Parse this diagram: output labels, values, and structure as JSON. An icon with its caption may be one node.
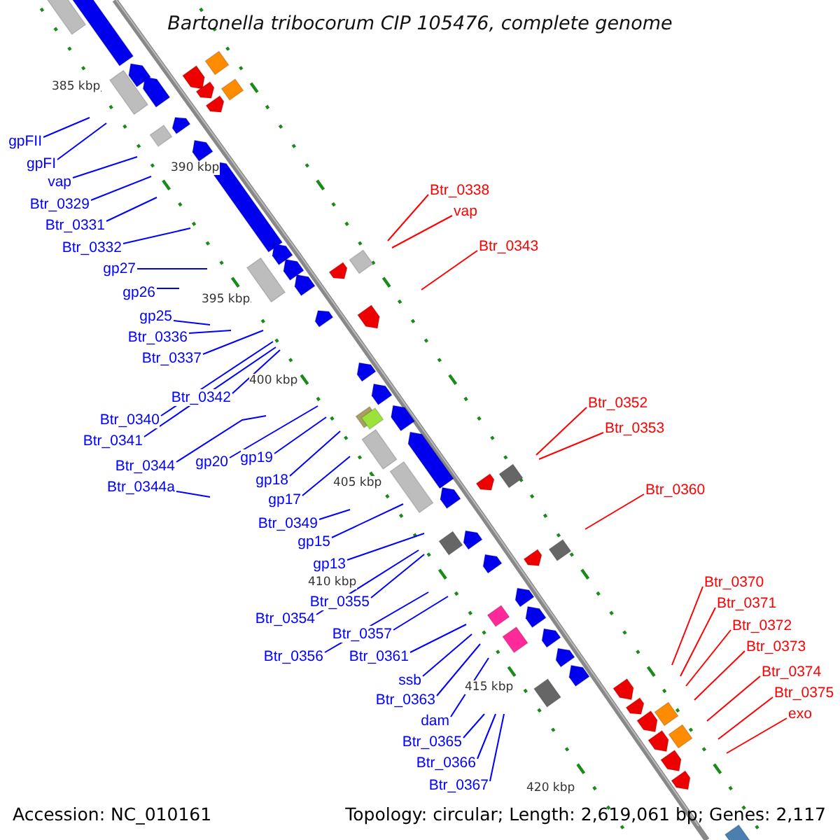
{
  "diagram": {
    "title": "Bartonella tribocorum CIP 105476, complete genome",
    "nodes": [
      {
        "text": [
          "gpFII"
        ]
      },
      {
        "text": [
          "gpFI"
        ]
      },
      {
        "text": [
          "vap"
        ]
      },
      {
        "text": [
          "Btr_0329"
        ]
      },
      {
        "text": [
          "Btr_0331"
        ]
      },
      {
        "text": [
          "Btr_0332"
        ]
      },
      {
        "text": [
          "gp27"
        ]
      },
      {
        "text": [
          "gp26"
        ]
      },
      {
        "text": [
          "gp25"
        ]
      },
      {
        "text": [
          "Btr_0336"
        ]
      },
      {
        "text": [
          "Btr_0337"
        ]
      },
      {
        "text": [
          "Btr_0342"
        ]
      },
      {
        "text": [
          "Btr_0340"
        ]
      },
      {
        "text": [
          "Btr_0341"
        ]
      },
      {
        "text": [
          "Btr_0344"
        ]
      },
      {
        "text": [
          "Btr_0344a"
        ]
      },
      {
        "text": [
          "gp20"
        ]
      },
      {
        "text": [
          "gp19"
        ]
      },
      {
        "text": [
          "gp18"
        ]
      },
      {
        "text": [
          "gp17"
        ]
      },
      {
        "text": [
          "Btr_0349"
        ]
      },
      {
        "text": [
          "gp15"
        ]
      },
      {
        "text": [
          "gp13"
        ]
      },
      {
        "text": [
          "Btr_0355"
        ]
      },
      {
        "text": [
          "Btr_0354"
        ]
      },
      {
        "text": [
          "Btr_0357"
        ]
      },
      {
        "text": [
          "Btr_0356"
        ]
      },
      {
        "text": [
          "Btr_0361"
        ]
      },
      {
        "text": [
          "ssb"
        ]
      },
      {
        "text": [
          "Btr_0363"
        ]
      },
      {
        "text": [
          "dam"
        ]
      },
      {
        "text": [
          "Btr_0365"
        ]
      },
      {
        "text": [
          "Btr_0366"
        ]
      },
      {
        "text": [
          "Btr_0367"
        ]
      },
      {
        "text": [
          "Btr_0338"
        ]
      },
      {
        "text": [
          "vap"
        ]
      },
      {
        "text": [
          "Btr_0343"
        ]
      },
      {
        "text": [
          "Btr_0352"
        ]
      },
      {
        "text": [
          "Btr_0353"
        ]
      },
      {
        "text": [
          "Btr_0360"
        ]
      },
      {
        "text": [
          "Btr_0370"
        ]
      },
      {
        "text": [
          "Btr_0371"
        ]
      },
      {
        "text": [
          "Btr_0372"
        ]
      },
      {
        "text": [
          "Btr_0373"
        ]
      },
      {
        "text": [
          "Btr_0374"
        ]
      },
      {
        "text": [
          "Btr_0375"
        ]
      },
      {
        "text": [
          "exo"
        ]
      }
    ],
    "edges": [
      {
        "from": 0,
        "to": null,
        "arrow": "none"
      },
      {
        "from": 1,
        "to": null,
        "arrow": "none"
      },
      {
        "from": 2,
        "to": null,
        "arrow": "none"
      },
      {
        "from": 3,
        "to": null,
        "arrow": "none"
      },
      {
        "from": 4,
        "to": null,
        "arrow": "none"
      },
      {
        "from": 5,
        "to": null,
        "arrow": "none"
      },
      {
        "from": 6,
        "to": null,
        "arrow": "none"
      },
      {
        "from": 7,
        "to": null,
        "arrow": "none"
      },
      {
        "from": 8,
        "to": null,
        "arrow": "none"
      },
      {
        "from": 9,
        "to": null,
        "arrow": "none"
      },
      {
        "from": 10,
        "to": null,
        "arrow": "none"
      },
      {
        "from": 11,
        "to": null,
        "arrow": "none"
      },
      {
        "from": 12,
        "to": null,
        "arrow": "none"
      },
      {
        "from": 13,
        "to": null,
        "arrow": "none"
      },
      {
        "from": 14,
        "to": null,
        "arrow": "none"
      },
      {
        "from": 15,
        "to": null,
        "arrow": "none"
      },
      {
        "from": 16,
        "to": null,
        "arrow": "none"
      },
      {
        "from": 17,
        "to": null,
        "arrow": "none"
      },
      {
        "from": 18,
        "to": null,
        "arrow": "none"
      },
      {
        "from": 19,
        "to": null,
        "arrow": "none"
      },
      {
        "from": 20,
        "to": null,
        "arrow": "none"
      },
      {
        "from": 21,
        "to": null,
        "arrow": "none"
      },
      {
        "from": 22,
        "to": null,
        "arrow": "none"
      },
      {
        "from": 23,
        "to": null,
        "arrow": "none"
      },
      {
        "from": 24,
        "to": null,
        "arrow": "none"
      },
      {
        "from": 25,
        "to": null,
        "arrow": "none"
      },
      {
        "from": 26,
        "to": null,
        "arrow": "none"
      },
      {
        "from": 27,
        "to": null,
        "arrow": "none"
      },
      {
        "from": 28,
        "to": null,
        "arrow": "none"
      },
      {
        "from": 29,
        "to": null,
        "arrow": "none"
      },
      {
        "from": 30,
        "to": null,
        "arrow": "none"
      },
      {
        "from": 31,
        "to": null,
        "arrow": "none"
      },
      {
        "from": 32,
        "to": null,
        "arrow": "none"
      },
      {
        "from": 33,
        "to": null,
        "arrow": "none"
      },
      {
        "from": 34,
        "to": null,
        "arrow": "none",
        "color": "#ff0000"
      },
      {
        "from": 35,
        "to": null,
        "arrow": "none",
        "color": "#ff0000"
      },
      {
        "from": 36,
        "to": null,
        "arrow": "none",
        "color": "#ff0000"
      },
      {
        "from": 37,
        "to": null,
        "arrow": "none",
        "color": "#ff0000"
      },
      {
        "from": 38,
        "to": null,
        "arrow": "none",
        "color": "#ff0000"
      },
      {
        "from": 39,
        "to": null,
        "arrow": "none",
        "color": "#ff0000"
      },
      {
        "from": 40,
        "to": null,
        "arrow": "none",
        "color": "#ff0000"
      },
      {
        "from": 41,
        "to": null,
        "arrow": "none",
        "color": "#ff0000"
      },
      {
        "from": 42,
        "to": null,
        "arrow": "none",
        "color": "#ff0000"
      },
      {
        "from": 43,
        "to": null,
        "arrow": "none",
        "color": "#ff0000"
      },
      {
        "from": 44,
        "to": null,
        "arrow": "none",
        "color": "#ff0000"
      },
      {
        "from": 45,
        "to": null,
        "arrow": "none",
        "color": "#ff0000"
      },
      {
        "from": 46,
        "to": null,
        "arrow": "none",
        "color": "#ff0000"
      }
    ],
    "labels": [
      "385 kbp",
      "390 kbp",
      "395 kbp",
      "400 kbp",
      "405 kbp",
      "410 kbp",
      "415 kbp",
      "420 kbp",
      "Accession: NC_010161",
      "Topology: circular; Length: 2,619,061 bp; Genes: 2,117"
    ]
  }
}
